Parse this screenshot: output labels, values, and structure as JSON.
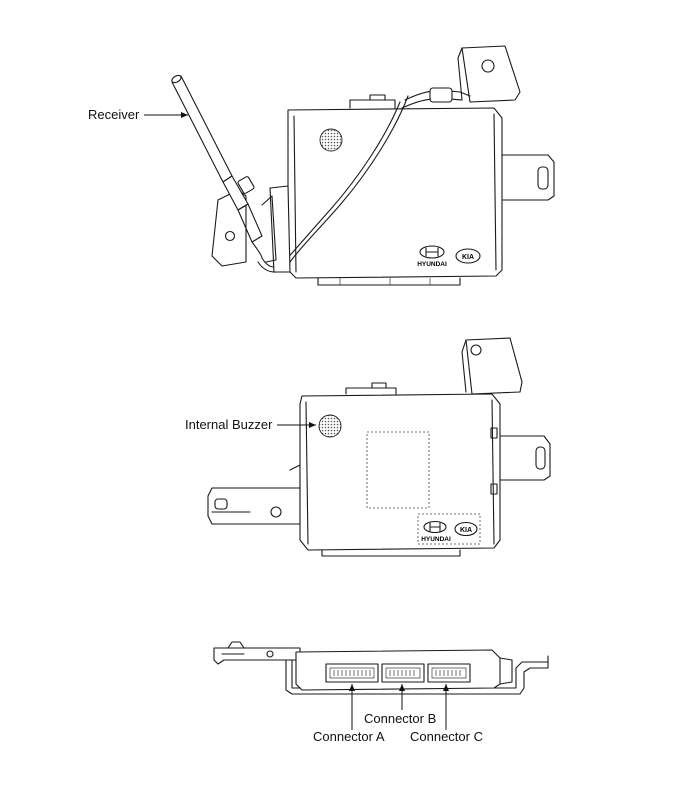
{
  "labels": {
    "receiver": "Receiver",
    "internal_buzzer": "Internal Buzzer",
    "connector_a": "Connector A",
    "connector_b": "Connector B",
    "connector_c": "Connector C"
  },
  "logos": {
    "hyundai": "HYUNDAI",
    "kia": "KIA"
  }
}
